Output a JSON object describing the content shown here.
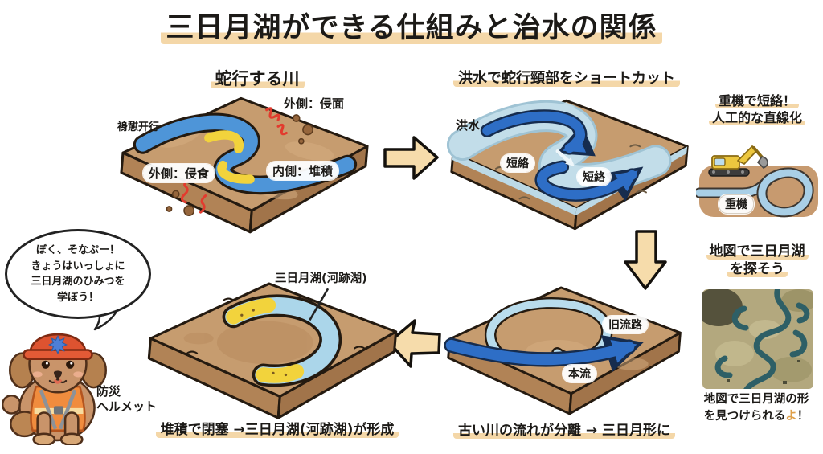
{
  "title": "三日月湖ができる仕組みと治水の関係",
  "sections": {
    "meander": {
      "heading": "蛇行する川",
      "labels": {
        "flow": "裑憇开行",
        "outer_top": "外側：侵面",
        "outer_bottom": "外側：侵食",
        "inner": "内側：堆積"
      }
    },
    "flood": {
      "heading": "洪水で蛇行頸部をショートカット",
      "labels": {
        "flood": "洪水",
        "shortcut_left": "短絡",
        "shortcut_right": "短絡"
      }
    },
    "separation": {
      "labels": {
        "old_channel": "旧流路",
        "main_flow": "本流"
      },
      "caption": "古い川の流れが分離 → 三日月形に"
    },
    "oxbow": {
      "lake_label": "三日月湖(河跡湖)",
      "caption": "堆積で閉塞 →三日月湖(河跡湖)が形成"
    }
  },
  "side": {
    "machine": {
      "heading_line1": "重機で短絡！",
      "heading_line2": "人工的な直線化",
      "label": "重機"
    },
    "map": {
      "heading_line1": "地図で三日月湖",
      "heading_line2": "を探そう",
      "caption_line1": "地図で三日月湖の形",
      "caption_pre": "を見つけられる",
      "caption_accent": "よ",
      "caption_end": "！"
    }
  },
  "mascot": {
    "bubble_lines": [
      "ぼく、そなぷー！",
      "きょうはいっしょに",
      "三日月湖のひみつを",
      "学ぼう！"
    ],
    "label_line1": "防災",
    "label_line2": "ヘルメット"
  },
  "colors": {
    "highlight": "#f4d7a8",
    "land_top": "#c69c6f",
    "land_side_left": "#b18356",
    "land_side_right": "#a1744a",
    "river_blue": "#4e95d8",
    "arrow_blue": "#2e6ec6",
    "flood_blue": "#c2dde9",
    "lake_blue": "#abd6ea",
    "sediment_yellow": "#f2d33c",
    "erosion_red": "#e23b2e",
    "block_arrow_fill": "#f6dcab",
    "helmet_red": "#dd5330",
    "vest_orange": "#f08c3e",
    "map_accent": "#dfa04a"
  }
}
